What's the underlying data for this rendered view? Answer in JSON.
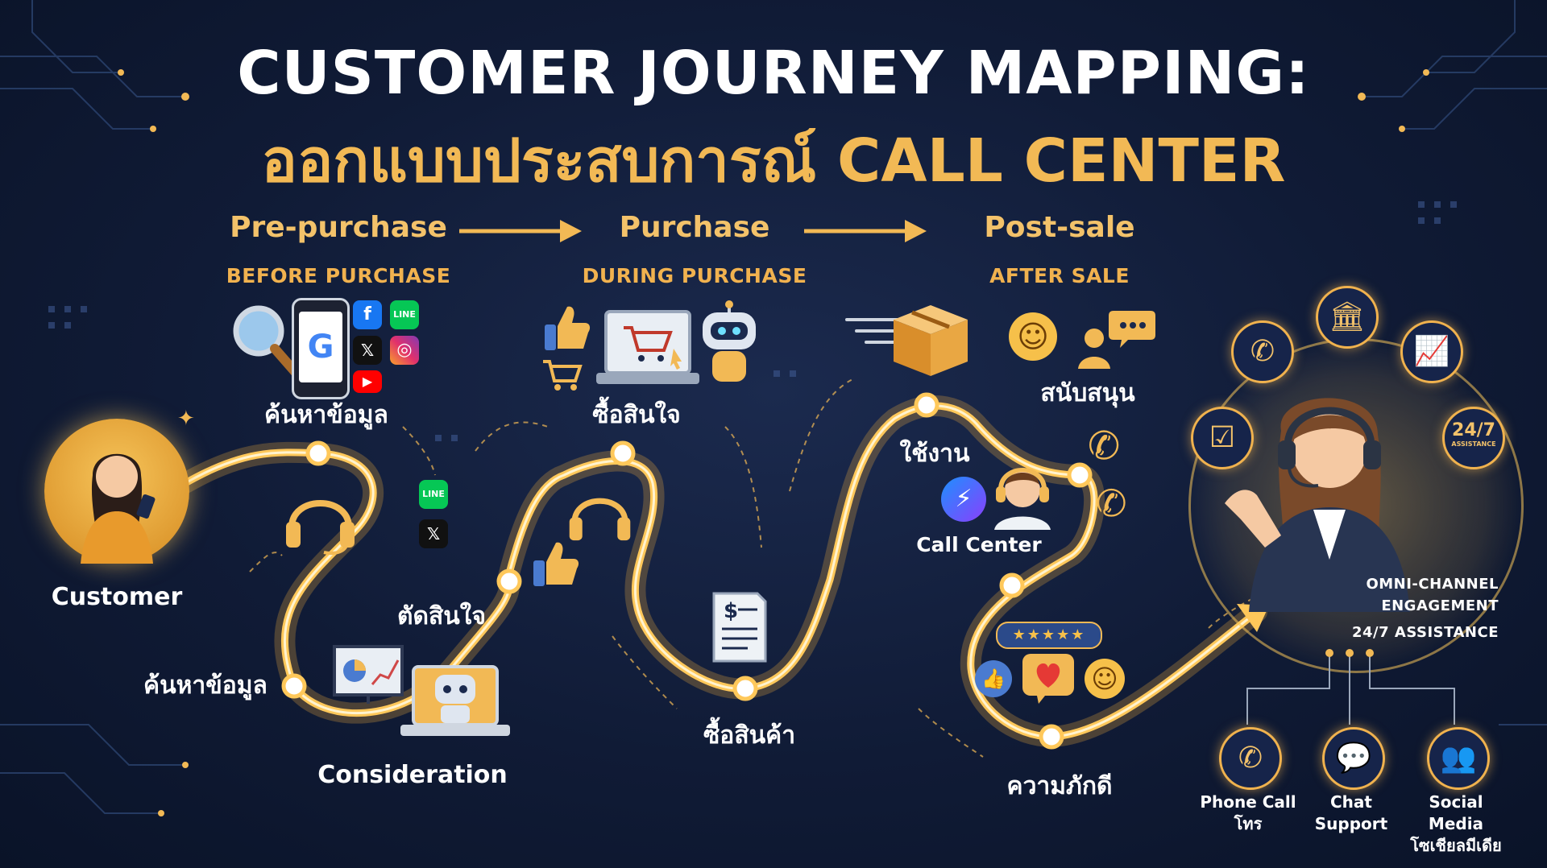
{
  "title": {
    "line1": "CUSTOMER JOURNEY MAPPING:",
    "line2": "ออกแบบประสบการณ์ CALL CENTER"
  },
  "stages": [
    {
      "name": "Pre-purchase",
      "sub": "BEFORE PURCHASE"
    },
    {
      "name": "Purchase",
      "sub": "DURING PURCHASE"
    },
    {
      "name": "Post-sale",
      "sub": "AFTER SALE"
    }
  ],
  "path_labels": {
    "customer": "Customer",
    "search_top": "ค้นหาข้อมูล",
    "search_bottom": "ค้นหาข้อมูล",
    "consideration": "Consideration",
    "decide": "ตัดสินใจ",
    "interested": "ซื้อสินใจ",
    "buy": "ซื้อสินค้า",
    "use": "ใช้งาน",
    "support": "สนับสนุน",
    "call_center": "Call Center",
    "loyalty": "ความภักดี"
  },
  "social_badges": {
    "facebook": "f",
    "x": "𝕏",
    "line": "LINE",
    "instagram": "◎",
    "youtube": "▶",
    "google": "G"
  },
  "agent_panel": {
    "omni_line1": "OMNI-CHANNEL",
    "omni_line2": "ENGAGEMENT",
    "omni_line3": "24/7 ASSISTANCE",
    "badge_247": "24/7",
    "badge_247_sub": "ASSISTANCE"
  },
  "channels": [
    {
      "label": "Phone Call",
      "sub": "โทร",
      "icon": "phone-icon"
    },
    {
      "label": "Chat",
      "sub": "Support",
      "icon": "chat-icon"
    },
    {
      "label": "Social Media",
      "sub": "โซเชียลมีเดีย",
      "icon": "social-media-icon"
    }
  ],
  "colors": {
    "accent": "#f2b955",
    "background": "#101b36",
    "path_glow": "#ffc85a"
  }
}
